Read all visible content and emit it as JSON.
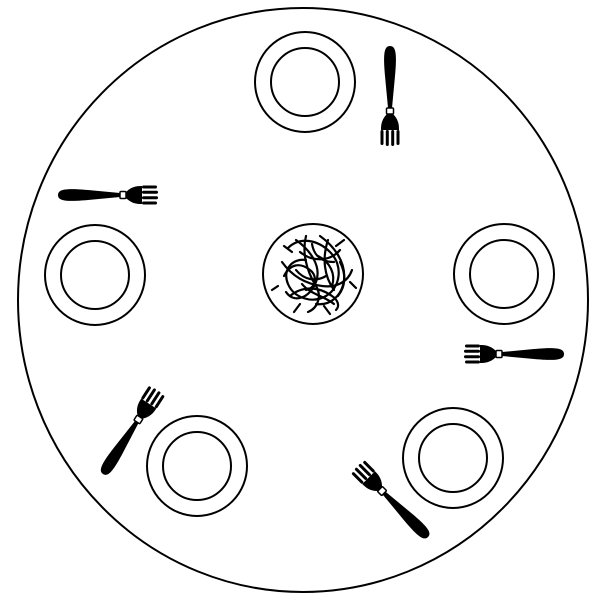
{
  "scene": {
    "description_items": {
      "table": "round-table",
      "plates": 5,
      "forks": 5,
      "center_dish": "noodle-bowl"
    },
    "colors": {
      "background": "#ffffff",
      "line": "#000000",
      "fork": "#000000"
    },
    "icons": [
      "round-table",
      "plate-icon",
      "fork-icon",
      "noodle-bowl-icon"
    ]
  }
}
